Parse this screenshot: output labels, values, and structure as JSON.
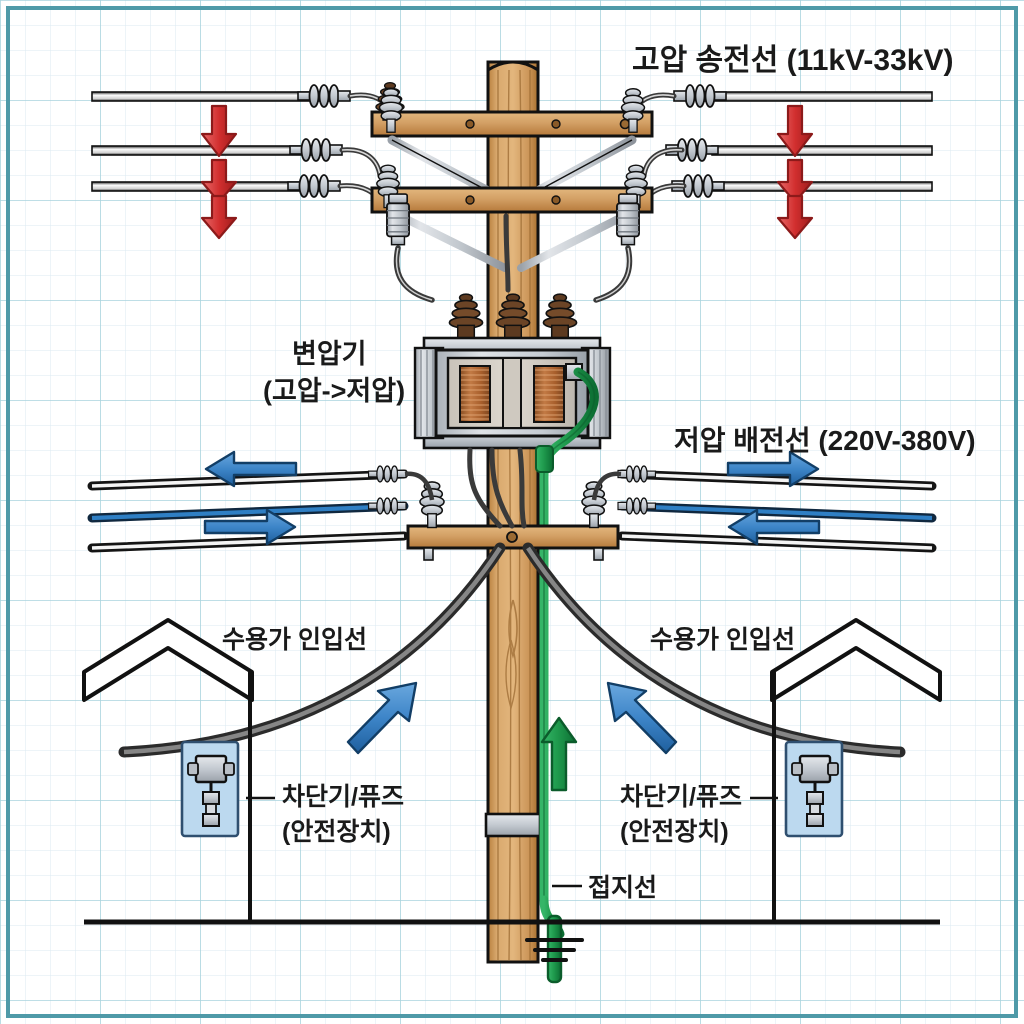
{
  "diagram": {
    "title_visible": false,
    "background": {
      "paper": "#ffffff",
      "grid_minor": "#dbeaf2",
      "grid_major": "#a8d3dd",
      "border": "#4f9aa8"
    },
    "palette": {
      "wood_light": "#dfae74",
      "wood_mid": "#c69056",
      "wood_dark": "#9c6b33",
      "metal_light": "#dcdfe3",
      "metal_mid": "#b9bfc6",
      "metal_dark": "#8b9199",
      "copper": "#b5703c",
      "copper_dark": "#8a4f23",
      "porcelain_brown": "#6b4426",
      "hv_arrow": "#d22f2f",
      "lv_arrow": "#2f7fc4",
      "ground_green": "#1f9a4d",
      "ground_green_dark": "#0f7a38",
      "panel_blue": "#bcd9ef",
      "wire_dark": "#4a4a4a",
      "outline": "#111111",
      "text": "#1a1a1a"
    }
  },
  "labels": {
    "hv_line": "고압 송전선 (11kV-33kV)",
    "transformer_line1": "변압기",
    "transformer_line2": "(고압->저압)",
    "lv_line": "저압 배전선 (220V-380V)",
    "service_drop_left": "수용가 인입선",
    "service_drop_right": "수용가 인입선",
    "breaker_left_line1": "차단기/퓨즈",
    "breaker_left_line2": "(안전장치)",
    "breaker_right_line1": "차단기/퓨즈",
    "breaker_right_line2": "(안전장치)",
    "ground_wire": "접지선"
  },
  "components": {
    "pole": "wooden-utility-pole",
    "crossarm_top": "high-voltage-crossarm",
    "crossarm_mid": "high-voltage-crossarm-lower",
    "crossarm_low": "low-voltage-crossarm",
    "transformer": "pole-mounted-distribution-transformer",
    "arresters": "lightning-arresters",
    "insulators_hv": "strain-insulator-string",
    "insulators_lv": "pin-insulator",
    "breaker_box": "service-breaker-fuse-panel",
    "house_left": "customer-building-left",
    "house_right": "customer-building-right",
    "ground_rod": "earth-ground-rod"
  },
  "flow": {
    "hv_direction": "downward",
    "hv_arrow_count": 6,
    "lv_direction": "outward-both-sides",
    "lv_arrow_count": 4,
    "service_direction": "toward-customer",
    "service_arrow_count": 2,
    "ground_direction": "upward",
    "ground_arrow_count": 1
  }
}
